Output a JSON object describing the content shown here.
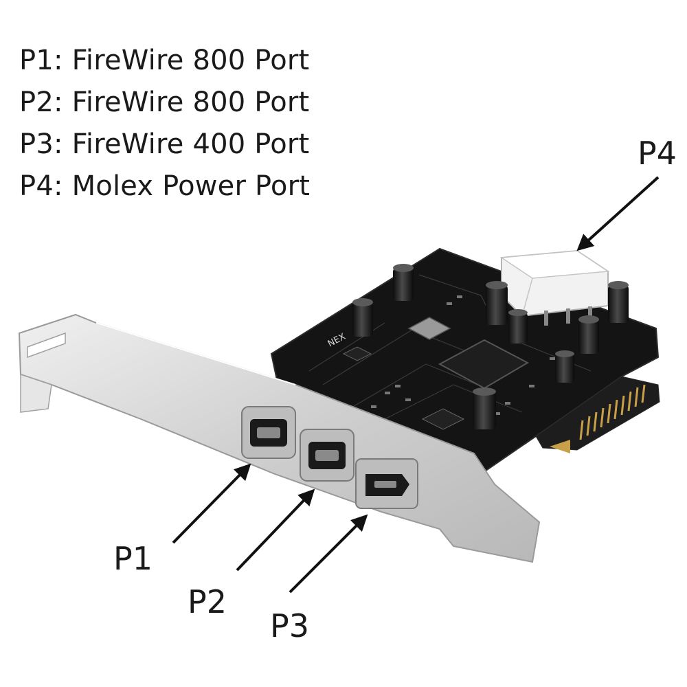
{
  "legend": [
    {
      "key": "P1",
      "sep": ": ",
      "text": "FireWire 800 Port"
    },
    {
      "key": "P2",
      "sep": ": ",
      "text": "FireWire 800 Port"
    },
    {
      "key": "P3",
      "sep": ": ",
      "text": "FireWire 400 Port"
    },
    {
      "key": "P4",
      "sep": ": ",
      "text": "Molex Power Port"
    }
  ],
  "callouts": {
    "p1": "P1",
    "p2": "P2",
    "p3": "P3",
    "p4": "P4"
  },
  "board": {
    "chip_text": "NEX"
  },
  "colors": {
    "pcb": "#141414",
    "bracket": "#d7d7d7",
    "bracket_edge": "#9a9a9a",
    "gold": "#c8a04a",
    "molex": "#f2f2f2",
    "text": "#1a1a1a"
  }
}
